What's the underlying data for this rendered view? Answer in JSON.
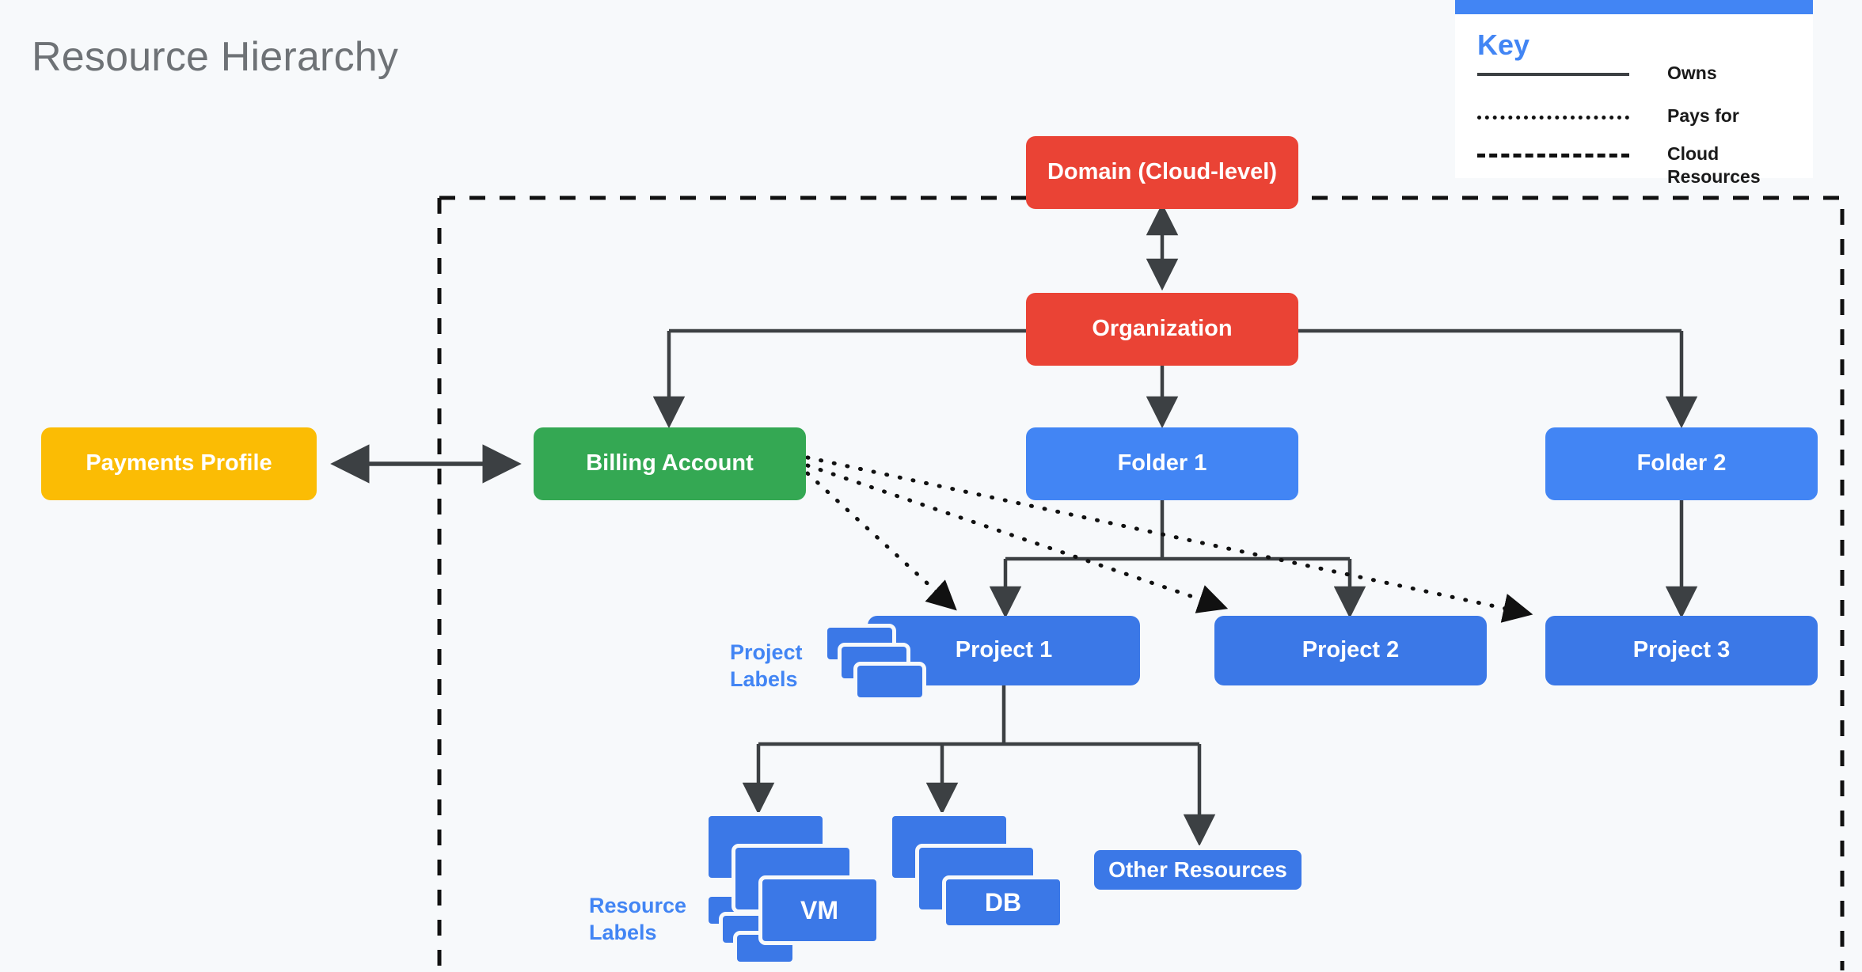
{
  "page": {
    "title": "Resource Hierarchy",
    "background": "#f7f9fb"
  },
  "colors": {
    "red": "#ea4335",
    "green": "#34a853",
    "yellow": "#fbbc04",
    "folder_blue": "#4285f4",
    "project_blue": "#3b78e7",
    "line": "#3c4043",
    "accent": "#4285f4",
    "title_text": "#6e7276"
  },
  "legend": {
    "heading": "Key",
    "items": [
      {
        "style": "solid",
        "label": "Owns"
      },
      {
        "style": "dotted",
        "label": "Pays for"
      },
      {
        "style": "dashed",
        "label": "Cloud Resources"
      }
    ]
  },
  "nodes": {
    "domain": {
      "label": "Domain (Cloud-level)",
      "color": "red"
    },
    "organization": {
      "label": "Organization",
      "color": "red"
    },
    "payments": {
      "label": "Payments Profile",
      "color": "yellow"
    },
    "billing": {
      "label": "Billing Account",
      "color": "green"
    },
    "folder1": {
      "label": "Folder 1",
      "color": "folder_blue"
    },
    "folder2": {
      "label": "Folder 2",
      "color": "folder_blue"
    },
    "project1": {
      "label": "Project 1",
      "color": "project_blue"
    },
    "project2": {
      "label": "Project 2",
      "color": "project_blue"
    },
    "project3": {
      "label": "Project 3",
      "color": "project_blue"
    },
    "vm": {
      "label": "VM",
      "color": "project_blue"
    },
    "db": {
      "label": "DB",
      "color": "project_blue"
    },
    "other": {
      "label": "Other Resources",
      "color": "project_blue"
    }
  },
  "annotations": {
    "project_labels": "Project\nLabels",
    "project_labels_line1": "Project",
    "project_labels_line2": "Labels",
    "resource_labels_line1": "Resource",
    "resource_labels_line2": "Labels"
  },
  "relations": [
    {
      "from": "domain",
      "to": "organization",
      "type": "owns-bidirectional"
    },
    {
      "from": "organization",
      "to": "billing",
      "type": "owns"
    },
    {
      "from": "organization",
      "to": "folder1",
      "type": "owns"
    },
    {
      "from": "organization",
      "to": "folder2",
      "type": "owns"
    },
    {
      "from": "payments",
      "to": "billing",
      "type": "bidirectional"
    },
    {
      "from": "folder1",
      "to": "project1",
      "type": "owns"
    },
    {
      "from": "folder1",
      "to": "project2",
      "type": "owns"
    },
    {
      "from": "folder2",
      "to": "project3",
      "type": "owns"
    },
    {
      "from": "billing",
      "to": "project1",
      "type": "pays-for"
    },
    {
      "from": "billing",
      "to": "project2",
      "type": "pays-for"
    },
    {
      "from": "billing",
      "to": "project3",
      "type": "pays-for"
    },
    {
      "from": "project1",
      "to": "vm",
      "type": "owns"
    },
    {
      "from": "project1",
      "to": "db",
      "type": "owns"
    },
    {
      "from": "project1",
      "to": "other",
      "type": "owns"
    }
  ]
}
